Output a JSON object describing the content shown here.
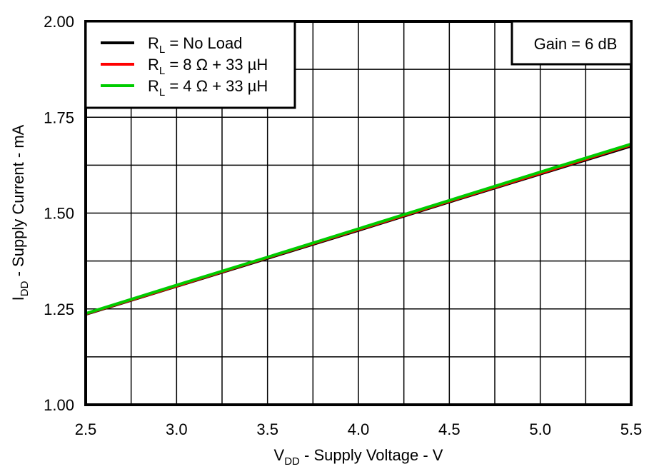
{
  "chart_data": {
    "type": "line",
    "title": "",
    "xlabel": "V_DD - Supply Voltage - V",
    "ylabel": "I_DD - Supply Current - mA",
    "xlim": [
      2.5,
      5.5
    ],
    "ylim": [
      1.0,
      2.0
    ],
    "x_ticks": [
      "2.5",
      "3.0",
      "3.5",
      "4.0",
      "4.5",
      "5.0",
      "5.5"
    ],
    "y_ticks": [
      "1.00",
      "1.25",
      "1.50",
      "1.75",
      "2.00"
    ],
    "grid": true,
    "legend_position": "top-left",
    "annotation": "Gain = 6 dB",
    "x": [
      2.5,
      3.0,
      3.5,
      4.0,
      4.5,
      5.0,
      5.5
    ],
    "series": [
      {
        "name": "R_L = No Load",
        "color": "#000000",
        "values": [
          1.235,
          1.308,
          1.381,
          1.454,
          1.528,
          1.601,
          1.674
        ]
      },
      {
        "name": "R_L = 8 Ω + 33 µH",
        "color": "#ff0000",
        "values": [
          1.236,
          1.309,
          1.383,
          1.456,
          1.53,
          1.603,
          1.677
        ]
      },
      {
        "name": "R_L = 4 Ω + 33 µH",
        "color": "#00cc00",
        "values": [
          1.238,
          1.312,
          1.385,
          1.459,
          1.533,
          1.607,
          1.68
        ]
      }
    ]
  },
  "axes": {
    "xlabel_main": "V",
    "xlabel_sub": "DD",
    "xlabel_rest": " - Supply Voltage - V",
    "ylabel_main": "I",
    "ylabel_sub": "DD",
    "ylabel_rest": " - Supply Current - mA"
  },
  "legend": {
    "items": [
      {
        "prefix": "R",
        "sub": "L",
        "text": " = No Load",
        "color": "#000000"
      },
      {
        "prefix": "R",
        "sub": "L",
        "text": " = 8 Ω + 33 µH",
        "color": "#ff0000"
      },
      {
        "prefix": "R",
        "sub": "L",
        "text": " = 4 Ω + 33 µH",
        "color": "#00cc00"
      }
    ]
  },
  "annotation": {
    "text": "Gain = 6 dB"
  }
}
